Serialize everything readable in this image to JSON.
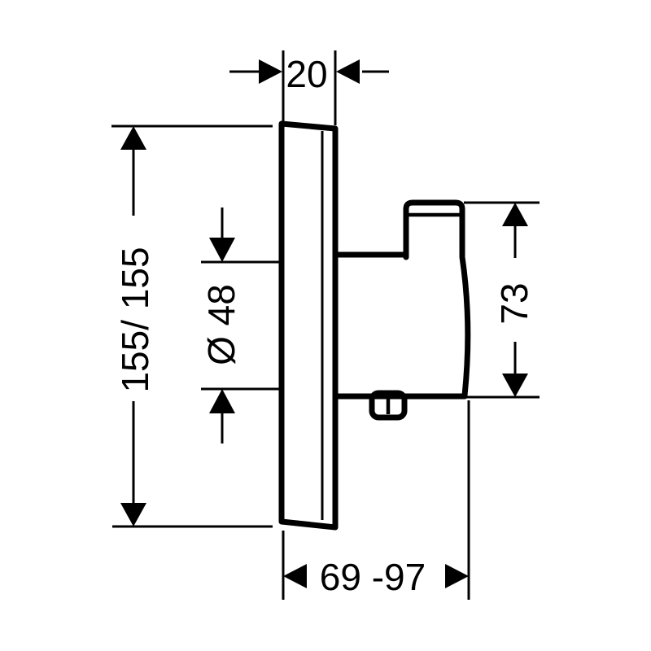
{
  "drawing": {
    "background_color": "#ffffff",
    "line_color": "#000000"
  },
  "dims": {
    "plate_thickness": {
      "label": "20"
    },
    "plate_size": {
      "label": "155/ 155"
    },
    "cartridge_diameter": {
      "label": "Ø 48"
    },
    "body_height": {
      "label": "73"
    },
    "installation_depth": {
      "label": "69 -97"
    }
  }
}
